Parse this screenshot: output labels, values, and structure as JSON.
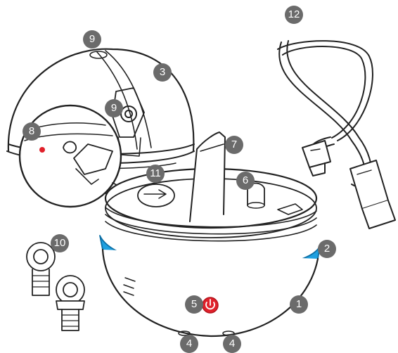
{
  "callouts": [
    {
      "id": "1",
      "label": "1"
    },
    {
      "id": "2",
      "label": "2"
    },
    {
      "id": "3",
      "label": "3"
    },
    {
      "id": "4a",
      "label": "4"
    },
    {
      "id": "4b",
      "label": "4"
    },
    {
      "id": "5",
      "label": "5"
    },
    {
      "id": "6",
      "label": "6"
    },
    {
      "id": "7",
      "label": "7"
    },
    {
      "id": "8",
      "label": "8"
    },
    {
      "id": "9a",
      "label": "9"
    },
    {
      "id": "9b",
      "label": "9"
    },
    {
      "id": "10",
      "label": "10"
    },
    {
      "id": "11",
      "label": "11"
    },
    {
      "id": "12",
      "label": "12"
    }
  ],
  "colors": {
    "band": "#1fa0e0",
    "power": "#e0202a",
    "led": "#e0202a",
    "callout_bg": "#6b6b6b",
    "line": "#222222"
  }
}
